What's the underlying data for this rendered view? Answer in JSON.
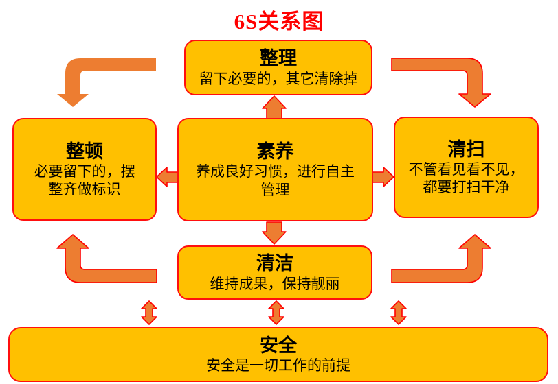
{
  "title": "6S关系图",
  "colors": {
    "title_color": "#FF0000",
    "box_fill": "#FFC000",
    "box_border": "#FF0000",
    "arrow_fill": "#ED7D31",
    "arrow_outline": "#FF0000"
  },
  "boxes": {
    "seiri": {
      "title": "整理",
      "desc": "留下必要的，其它清除掉"
    },
    "seiton": {
      "title": "整顿",
      "desc": "必要留下的，摆\n整齐做标识"
    },
    "shitsuke": {
      "title": "素养",
      "desc": "养成良好习惯，进行自主\n管理"
    },
    "seiso": {
      "title": "清扫",
      "desc": "不管看见看不见，\n都要打扫干净"
    },
    "seiketsu": {
      "title": "清洁",
      "desc": "维持成果，保持靓丽"
    },
    "safety": {
      "title": "安全",
      "desc": "安全是一切工作的前提"
    }
  },
  "arrows": [
    {
      "name": "arrow-seiri-to-seiton-elbow",
      "from": "整理",
      "to": "整顿",
      "style": "elbow-down-left"
    },
    {
      "name": "arrow-seiri-to-seiso-elbow",
      "from": "整理",
      "to": "清扫",
      "style": "elbow-down-right"
    },
    {
      "name": "arrow-shitsuke-to-seiri",
      "from": "素养",
      "to": "整理",
      "style": "straight-up"
    },
    {
      "name": "arrow-shitsuke-to-seiton",
      "from": "素养",
      "to": "整顿",
      "style": "straight-left"
    },
    {
      "name": "arrow-shitsuke-to-seiso",
      "from": "素养",
      "to": "清扫",
      "style": "straight-right"
    },
    {
      "name": "arrow-shitsuke-to-seiketsu",
      "from": "素养",
      "to": "清洁",
      "style": "straight-down"
    },
    {
      "name": "arrow-seiketsu-to-seiton-elbow",
      "from": "清洁",
      "to": "整顿",
      "style": "elbow-up-left"
    },
    {
      "name": "arrow-seiketsu-to-seiso-elbow",
      "from": "清洁",
      "to": "清扫",
      "style": "elbow-up-right"
    },
    {
      "name": "arrow-safety-link-left",
      "between": [
        "整顿",
        "安全"
      ],
      "style": "double-headed-vertical"
    },
    {
      "name": "arrow-safety-link-center",
      "between": [
        "清洁",
        "安全"
      ],
      "style": "double-headed-vertical"
    },
    {
      "name": "arrow-safety-link-right",
      "between": [
        "清扫",
        "安全"
      ],
      "style": "double-headed-vertical"
    }
  ]
}
